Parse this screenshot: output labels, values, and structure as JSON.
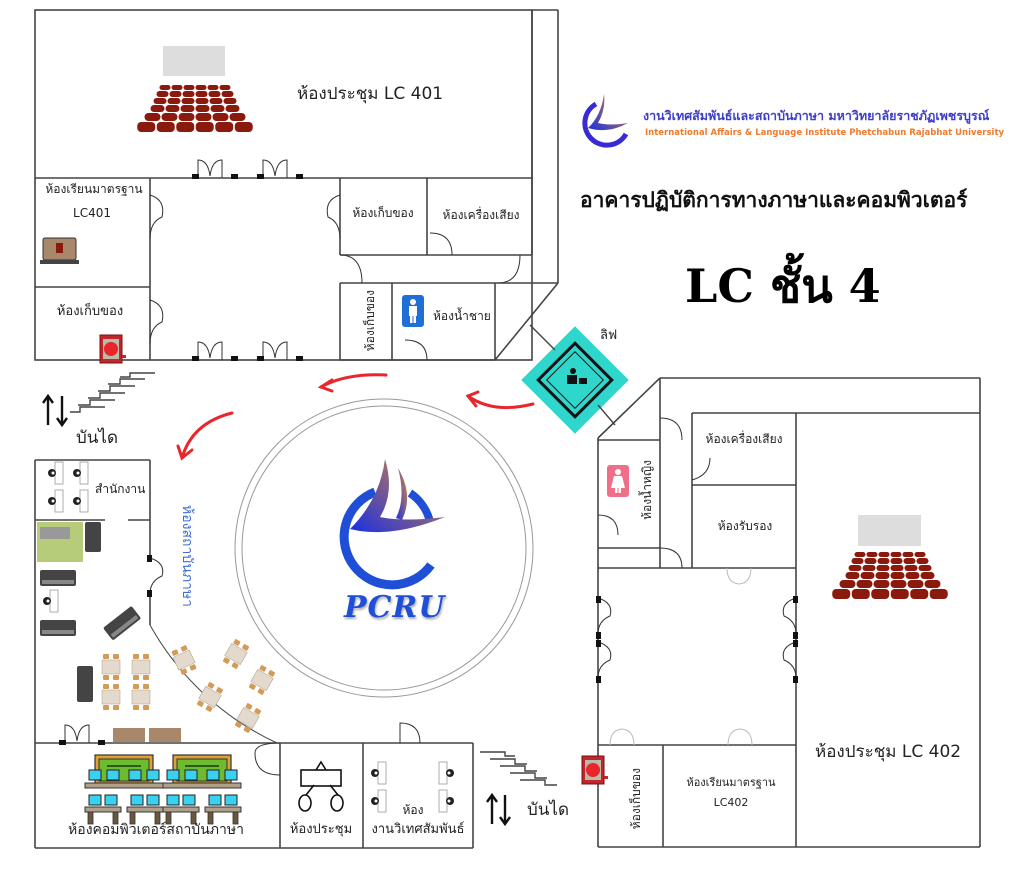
{
  "header": {
    "org_name_th": "งานวิเทศสัมพันธ์และสถาบันภาษา มหาวิทยาลัยราชภัฏเพชรบูรณ์",
    "org_name_en": "International Affairs & Language Institute Phetchabun Rajabhat University",
    "building_title": "อาคารปฏิบัติการทางภาษาและคอมพิวเตอร์",
    "floor_title": "LC ชั้น 4"
  },
  "center_logo": {
    "text": "PCRU"
  },
  "rooms": {
    "meeting_lc401": "ห้องประชุม LC 401",
    "classroom_lc401_line1": "ห้องเรียนมาตรฐาน",
    "classroom_lc401_line2": "LC401",
    "storage_nw": "ห้องเก็บของ",
    "storage_north_center": "ห้องเก็บของ",
    "sound_room_north": "ห้องเครื่องเสียง",
    "storage_vertical_north": "ห้องเก็บของ",
    "mens_restroom": "ห้องน้ำชาย",
    "lift": "ลิฟ",
    "stairs_west": "บันได",
    "office": "สำนักงาน",
    "language_institute_room": "ห้องสถาบันภาษา",
    "computer_room": "ห้องคอมพิวเตอร์สถาบันภาษา",
    "small_meeting_room": "ห้องประชุม",
    "intl_affairs_line1": "ห้อง",
    "intl_affairs_line2": "งานวิเทศสัมพันธ์",
    "stairs_south": "บันได",
    "sound_room_east": "ห้องเครื่องเสียง",
    "reception_room": "ห้องรับรอง",
    "womens_restroom": "ห้องน้ำหญิง",
    "storage_vertical_south": "ห้องเก็บของ",
    "classroom_lc402_line1": "ห้องเรียนมาตรฐาน",
    "classroom_lc402_line2": "LC402",
    "meeting_lc402": "ห้องประชุม LC 402"
  },
  "signs": {
    "men_badge": "MEN",
    "women_badge": "WOMEN"
  },
  "colors": {
    "wall": "#333333",
    "seat": "#8b1a0e",
    "screen": "#dddddd",
    "lift": "#2ed6cc",
    "arrow": "#e8262b",
    "men_sign": "#1f6fd6",
    "women_sign": "#f06e8a",
    "fire_alarm": "#c0262b",
    "logo_blue": "#1e4fd6",
    "org_text_th": "#3e3ec9",
    "org_text_en": "#f07a2e"
  }
}
